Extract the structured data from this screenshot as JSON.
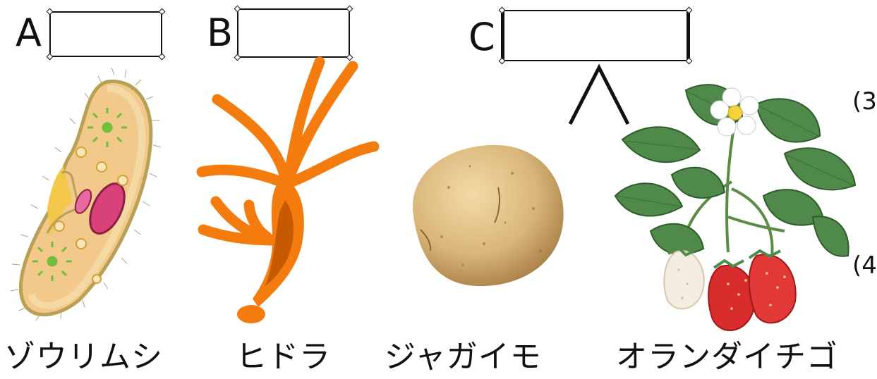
{
  "labels": {
    "a": "A",
    "b": "B",
    "c": "C"
  },
  "answer_boxes": {
    "a": "",
    "b": "",
    "c": ""
  },
  "organisms": [
    {
      "name": "ゾウリムシ",
      "icon": "paramecium"
    },
    {
      "name": "ヒドラ",
      "icon": "hydra"
    },
    {
      "name": "ジャガイモ",
      "icon": "potato"
    },
    {
      "name": "オランダイチゴ",
      "icon": "strawberry-plant"
    }
  ],
  "side_marks": [
    "(3",
    "(4"
  ],
  "colors": {
    "ink": "#111111",
    "hydra": "#f47c0e",
    "paramecium_body": "#f2c98a",
    "potato": "#d9b67a",
    "leaf": "#4f8a4b",
    "berry": "#d92c2c"
  }
}
